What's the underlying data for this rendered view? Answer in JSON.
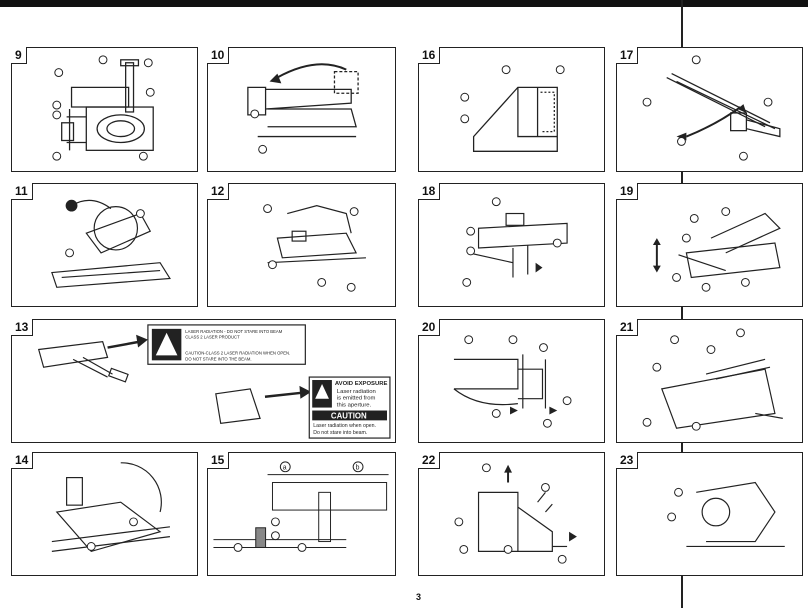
{
  "page_number": "3",
  "figures": [
    {
      "id": "9",
      "num": "9"
    },
    {
      "id": "10",
      "num": "10"
    },
    {
      "id": "16",
      "num": "16"
    },
    {
      "id": "17",
      "num": "17"
    },
    {
      "id": "11",
      "num": "11"
    },
    {
      "id": "12",
      "num": "12"
    },
    {
      "id": "18",
      "num": "18"
    },
    {
      "id": "19",
      "num": "19"
    },
    {
      "id": "13",
      "num": "13"
    },
    {
      "id": "20",
      "num": "20"
    },
    {
      "id": "21",
      "num": "21"
    },
    {
      "id": "14",
      "num": "14"
    },
    {
      "id": "15",
      "num": "15"
    },
    {
      "id": "22",
      "num": "22"
    },
    {
      "id": "23",
      "num": "23"
    }
  ],
  "laser_label": {
    "lines": [
      "LASER RADIATION - DO NOT STARE INTO BEAM",
      "CLASS 2 LASER PRODUCT",
      "CAUTION-CLASS 2 LASER RADIATION WHEN OPEN.",
      "DO NOT STARE INTO THE BEAM."
    ]
  },
  "avoid_label": {
    "title": "AVOID EXPOSURE",
    "l1": "Laser radiation",
    "l2": "is emitted from",
    "l3": "this aperture.",
    "caution": "CAUTION",
    "b1": "Laser radiation when open.",
    "b2": "Do not stare into beam."
  },
  "fig15_labels": {
    "a": "a",
    "b": "b"
  }
}
